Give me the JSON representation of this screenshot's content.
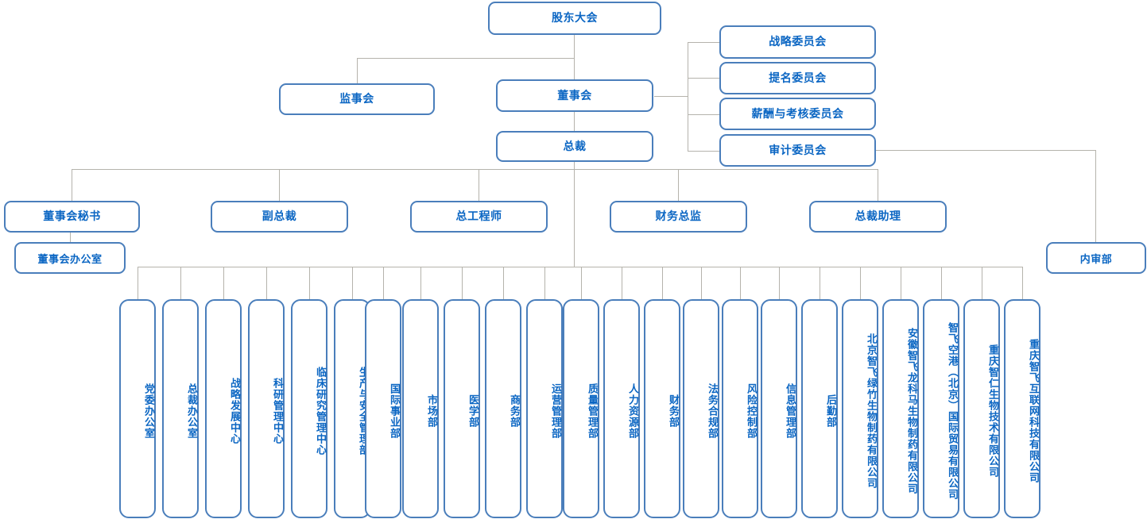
{
  "chart_title": "",
  "colors": {
    "box_border": "#4a7ebb",
    "text": "#0b66c3",
    "connector": "#b5b3ac",
    "background": "#ffffff"
  },
  "top": {
    "shareholders_meeting": "股东大会",
    "board_of_directors": "董事会",
    "board_of_supervisors": "监事会",
    "president": "总裁"
  },
  "committees": [
    {
      "label": "战略委员会"
    },
    {
      "label": "提名委员会"
    },
    {
      "label": "薪酬与考核委员会"
    },
    {
      "label": "审计委员会"
    }
  ],
  "executives": [
    {
      "label": "董事会秘书"
    },
    {
      "label": "副总裁"
    },
    {
      "label": "总工程师"
    },
    {
      "label": "财务总监"
    },
    {
      "label": "总裁助理"
    }
  ],
  "board_office": {
    "label": "董事会办公室"
  },
  "internal_audit": {
    "label": "内审部"
  },
  "departments": [
    {
      "label": "党委办公室"
    },
    {
      "label": "总裁办公室"
    },
    {
      "label": "战略发展中心"
    },
    {
      "label": "科研管理中心"
    },
    {
      "label": "临床研究管理中心"
    },
    {
      "label": "生产与安全管理部"
    },
    {
      "label": "国际事业部"
    },
    {
      "label": "市场部"
    },
    {
      "label": "医学部"
    },
    {
      "label": "商务部"
    },
    {
      "label": "运营管理部"
    },
    {
      "label": "质量管理部"
    },
    {
      "label": "人力资源部"
    },
    {
      "label": "财务部"
    },
    {
      "label": "法务合规部"
    },
    {
      "label": "风险控制部"
    },
    {
      "label": "信息管理部"
    },
    {
      "label": "后勤部"
    },
    {
      "label": "北京智飞绿竹生物制药有限公司"
    },
    {
      "label": "安徽智飞龙科马生物制药有限公司"
    },
    {
      "label": "智飞空港（北京）国际贸易有限公司"
    },
    {
      "label": "重庆智仁生物技术有限公司"
    },
    {
      "label": "重庆智飞互联网科技有限公司"
    }
  ]
}
